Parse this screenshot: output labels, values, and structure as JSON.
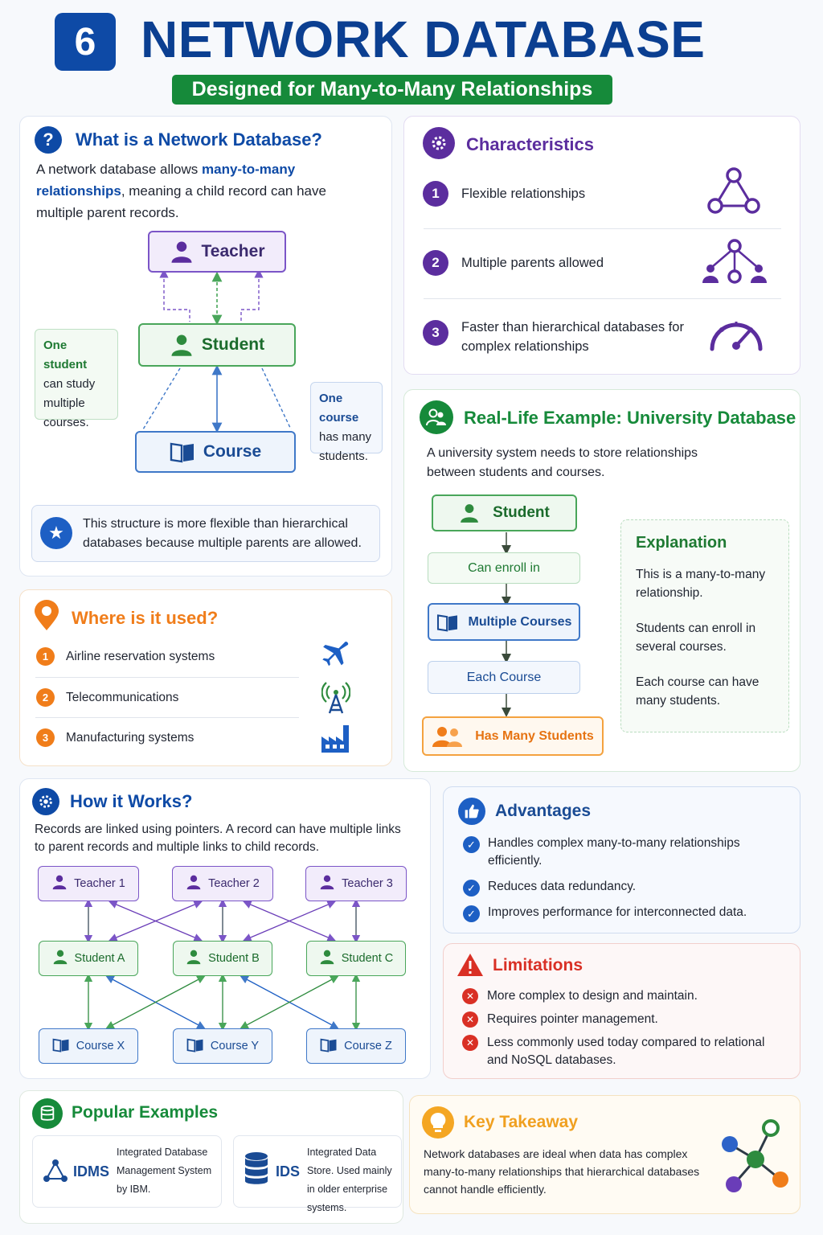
{
  "header": {
    "badge": "6",
    "title": "NETWORK DATABASE",
    "subtitle": "Designed for Many-to-Many Relationships"
  },
  "what": {
    "title": "What is a Network Database?",
    "text_1": "A network database allows ",
    "text_highlight": "many-to-many relationships",
    "text_2": ", meaning a child record can have multiple parent records.",
    "nodes": {
      "teacher": "Teacher",
      "student": "Student",
      "course": "Course"
    },
    "note_left": {
      "title": "One student",
      "text": "can study multiple courses."
    },
    "note_right": {
      "title": "One course",
      "text": "has many students."
    },
    "callout": "This structure is more flexible than hierarchical databases because multiple parents are allowed."
  },
  "characteristics": {
    "title": "Characteristics",
    "items": [
      {
        "num": "1",
        "text": "Flexible relationships"
      },
      {
        "num": "2",
        "text": "Multiple parents allowed"
      },
      {
        "num": "3",
        "text": "Faster than hierarchical databases for complex relationships"
      }
    ]
  },
  "where": {
    "title": "Where is it used?",
    "items": [
      {
        "num": "1",
        "text": "Airline reservation systems"
      },
      {
        "num": "2",
        "text": "Telecommunications"
      },
      {
        "num": "3",
        "text": "Manufacturing systems"
      }
    ]
  },
  "example": {
    "title": "Real-Life Example: University Database",
    "text": "A university system needs to store relationships between students and courses.",
    "flow": {
      "student": "Student",
      "enroll": "Can enroll in",
      "multiple": "Multiple Courses",
      "each": "Each Course",
      "has_many": "Has Many Students"
    },
    "explanation": {
      "title": "Explanation",
      "p1": "This is a many-to-many relationship.",
      "p2": "Students can enroll in several courses.",
      "p3": "Each course can have many students."
    }
  },
  "how": {
    "title": "How it Works?",
    "text": "Records are linked using pointers. A record can have multiple links to parent records and multiple links to child records.",
    "teachers": [
      "Teacher 1",
      "Teacher 2",
      "Teacher 3"
    ],
    "students": [
      "Student A",
      "Student B",
      "Student C"
    ],
    "courses": [
      "Course X",
      "Course Y",
      "Course Z"
    ]
  },
  "advantages": {
    "title": "Advantages",
    "items": [
      "Handles complex many-to-many relationships efficiently.",
      "Reduces data redundancy.",
      "Improves performance for interconnected data."
    ]
  },
  "limitations": {
    "title": "Limitations",
    "items": [
      "More complex to design and maintain.",
      "Requires pointer management.",
      "Less commonly used today compared to relational and NoSQL databases."
    ]
  },
  "popular": {
    "title": "Popular Examples",
    "items": [
      {
        "name": "IDMS",
        "desc": "Integrated Database Management System by IBM."
      },
      {
        "name": "IDS",
        "desc": "Integrated Data Store. Used mainly in older enterprise systems."
      }
    ]
  },
  "takeaway": {
    "title": "Key Takeaway",
    "text": "Network databases are ideal when data has complex many-to-many relationships that hierarchical databases cannot handle efficiently."
  },
  "colors": {
    "blue": "#0e4aa6",
    "green": "#168a3a",
    "purple": "#5b2d9e",
    "orange": "#f07d1a",
    "red": "#d93025",
    "gold": "#f4a623"
  }
}
